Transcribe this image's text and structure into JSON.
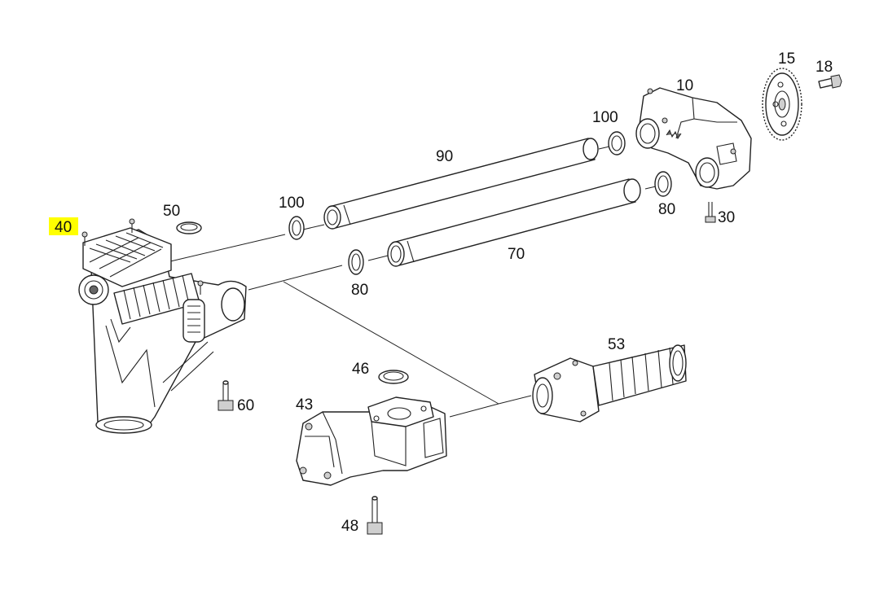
{
  "highlight_color": "#ffff00",
  "callouts": {
    "c10": "10",
    "c15": "15",
    "c18": "18",
    "c30": "30",
    "c40": "40",
    "c43": "43",
    "c46": "46",
    "c48": "48",
    "c50": "50",
    "c53": "53",
    "c60": "60",
    "c70": "70",
    "c80a": "80",
    "c80b": "80",
    "c90": "90",
    "c100a": "100",
    "c100b": "100"
  }
}
